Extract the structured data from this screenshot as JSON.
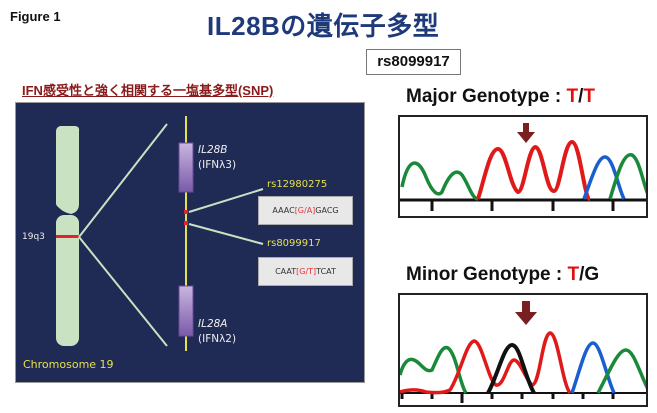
{
  "figure_label": "Figure 1",
  "title": "IL28Bの遺伝子多型",
  "snp_id_box": "rs8099917",
  "subtitle": "IFN感受性と強く相関する一塩基多型(SNP)",
  "diagram": {
    "chromosome_label": "Chromosome 19",
    "band_label": "19q3",
    "genes": [
      {
        "name": "IL28B",
        "alias": "(IFNλ3)"
      },
      {
        "name": "IL28A",
        "alias": "(IFNλ2)"
      }
    ],
    "snps": [
      {
        "id": "rs12980275",
        "seq_prefix": "AAAC",
        "variant": "[G/A]",
        "seq_suffix": "GACG"
      },
      {
        "id": "rs8099917",
        "seq_prefix": "CAAT",
        "variant": "[G/T]",
        "seq_suffix": "TCAT"
      }
    ],
    "colors": {
      "panel_bg": "#1f2a55",
      "chromosome": "#c9e3c2",
      "band": "#e8202a",
      "locus_line": "#e6e04a",
      "gene_box": "#9a7fc0",
      "label_yellow": "#e6e04a"
    }
  },
  "genotypes": [
    {
      "label": "Major Genotype : ",
      "allele1": "T",
      "sep": "/",
      "allele2": "T",
      "allele2_red": true
    },
    {
      "label": "Minor Genotype : ",
      "allele1": "T",
      "sep": "/",
      "allele2": "G",
      "allele2_red": false
    }
  ],
  "chromatogram_colors": {
    "A": "#1a8a3a",
    "T": "#e01a1a",
    "C": "#1a5fd0",
    "G": "#111111",
    "arrow": "#7a1f1f"
  }
}
